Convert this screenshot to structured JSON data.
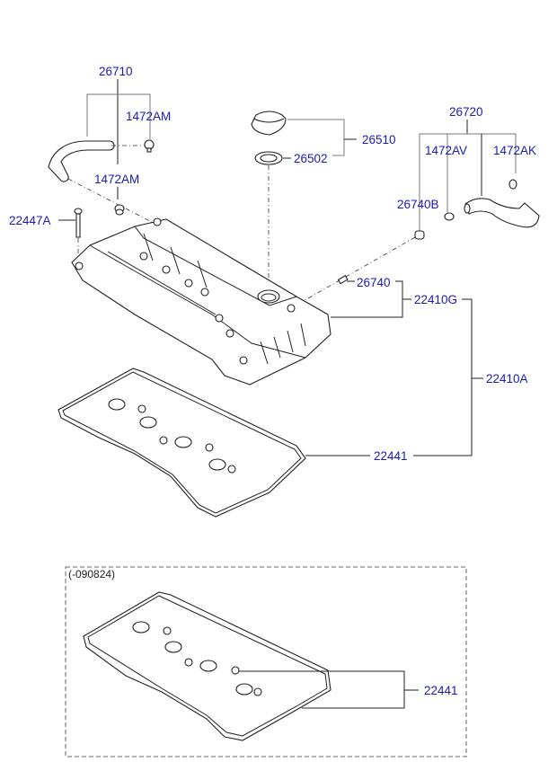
{
  "diagram": {
    "title_note": "(-090824)",
    "label_color": "#1a1ab4",
    "labels": {
      "p26710": "26710",
      "p1472AM_a": "1472AM",
      "p1472AM_b": "1472AM",
      "p22447A": "22447A",
      "p26510": "26510",
      "p26502": "26502",
      "p26720": "26720",
      "p1472AV": "1472AV",
      "p1472AK": "1472AK",
      "p26740B": "26740B",
      "p26740": "26740",
      "p22410G": "22410G",
      "p22410A": "22410A",
      "p22441": "22441",
      "p22441_alt": "22441"
    },
    "parts": [
      {
        "id": "breather-hose",
        "number": "26710"
      },
      {
        "id": "hose-clamp",
        "number": "1472AM"
      },
      {
        "id": "bolt",
        "number": "22447A"
      },
      {
        "id": "oil-filler-cap",
        "number": "26510"
      },
      {
        "id": "cap-gasket",
        "number": "26502"
      },
      {
        "id": "pcv-hose",
        "number": "26720"
      },
      {
        "id": "clamp-av",
        "number": "1472AV"
      },
      {
        "id": "clamp-ak",
        "number": "1472AK"
      },
      {
        "id": "grommet",
        "number": "26740B"
      },
      {
        "id": "pcv-valve",
        "number": "26740"
      },
      {
        "id": "rocker-cover",
        "number": "22410G"
      },
      {
        "id": "rocker-cover-assy",
        "number": "22410A"
      },
      {
        "id": "cover-gasket",
        "number": "22441"
      }
    ]
  }
}
